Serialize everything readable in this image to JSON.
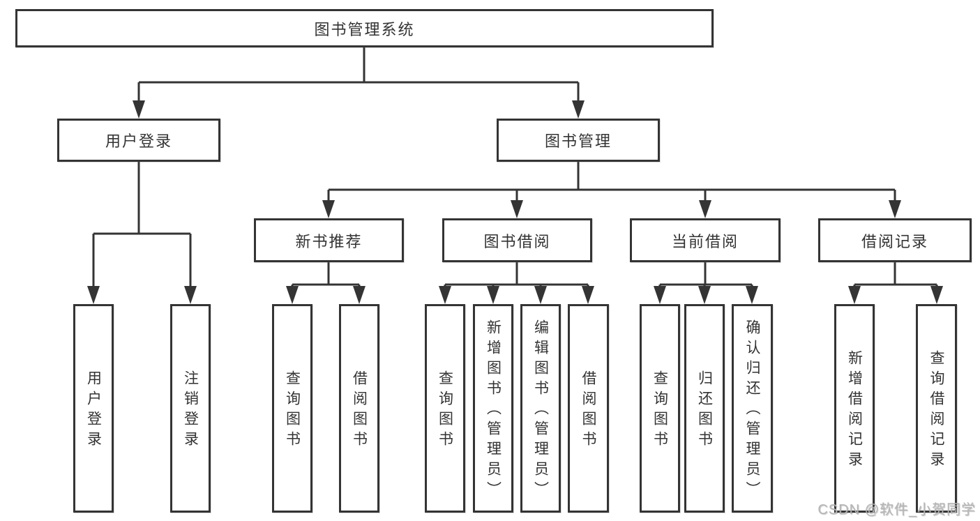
{
  "diagram": {
    "root": {
      "label": "图书管理系统"
    },
    "branches": [
      {
        "label": "用户登录",
        "children": [
          {
            "label": "用户登录"
          },
          {
            "label": "注销登录"
          }
        ]
      },
      {
        "label": "图书管理",
        "children": [
          {
            "label": "新书推荐",
            "children": [
              {
                "label": "查询图书"
              },
              {
                "label": "借阅图书"
              }
            ]
          },
          {
            "label": "图书借阅",
            "children": [
              {
                "label": "查询图书"
              },
              {
                "label": "新增图书（管理员）"
              },
              {
                "label": "编辑图书（管理员）"
              },
              {
                "label": "借阅图书"
              }
            ]
          },
          {
            "label": "当前借阅",
            "children": [
              {
                "label": "查询图书"
              },
              {
                "label": "归还图书"
              },
              {
                "label": "确认归还（管理员）"
              }
            ]
          },
          {
            "label": "借阅记录",
            "children": [
              {
                "label": "新增借阅记录"
              },
              {
                "label": "查询借阅记录"
              }
            ]
          }
        ]
      }
    ],
    "watermark": "CSDN @软件_小贺同学",
    "colors": {
      "line": "#343434",
      "text": "#333333",
      "background": "#ffffff",
      "watermark": "#b5b5b5"
    }
  }
}
